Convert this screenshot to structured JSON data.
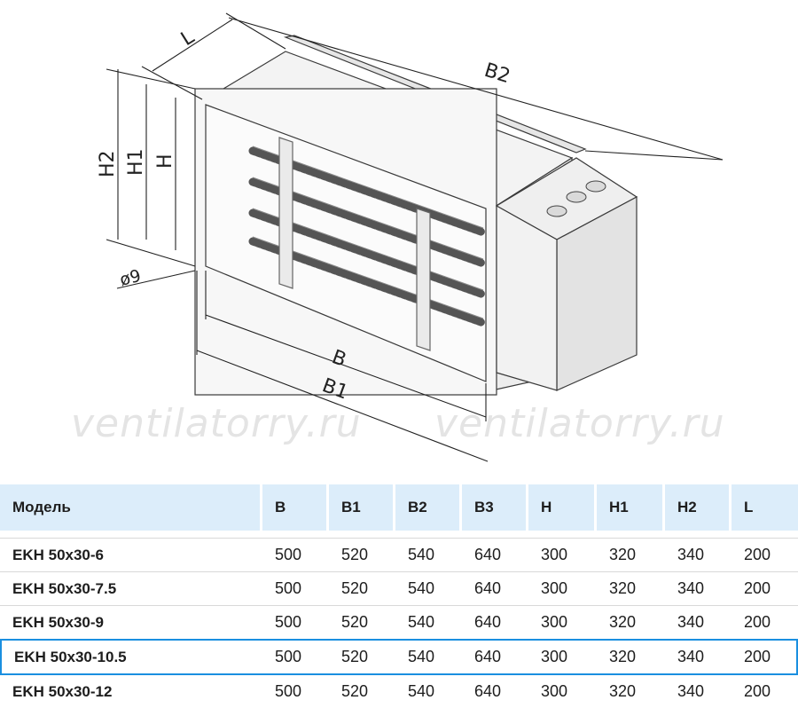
{
  "drawing": {
    "dimension_labels": {
      "L": "L",
      "B2": "B2",
      "H2": "H2",
      "H1": "H1",
      "H": "H",
      "hole": "ø9",
      "B": "B",
      "B1": "B1"
    },
    "watermark": [
      "ventilatorry.ru",
      "ventilatorry.ru"
    ]
  },
  "table": {
    "headers": [
      "Модель",
      "B",
      "B1",
      "B2",
      "B3",
      "H",
      "H1",
      "H2",
      "L"
    ],
    "rows": [
      [
        "EKH 50x30-6",
        "500",
        "520",
        "540",
        "640",
        "300",
        "320",
        "340",
        "200"
      ],
      [
        "EKH 50x30-7.5",
        "500",
        "520",
        "540",
        "640",
        "300",
        "320",
        "340",
        "200"
      ],
      [
        "EKH 50x30-9",
        "500",
        "520",
        "540",
        "640",
        "300",
        "320",
        "340",
        "200"
      ],
      [
        "EKH 50x30-10.5",
        "500",
        "520",
        "540",
        "640",
        "300",
        "320",
        "340",
        "200"
      ],
      [
        "EKH 50x30-12",
        "500",
        "520",
        "540",
        "640",
        "300",
        "320",
        "340",
        "200"
      ]
    ],
    "highlighted_row": 3,
    "highlight_color": "#1a8fe0",
    "header_bg": "#dcedfa"
  }
}
